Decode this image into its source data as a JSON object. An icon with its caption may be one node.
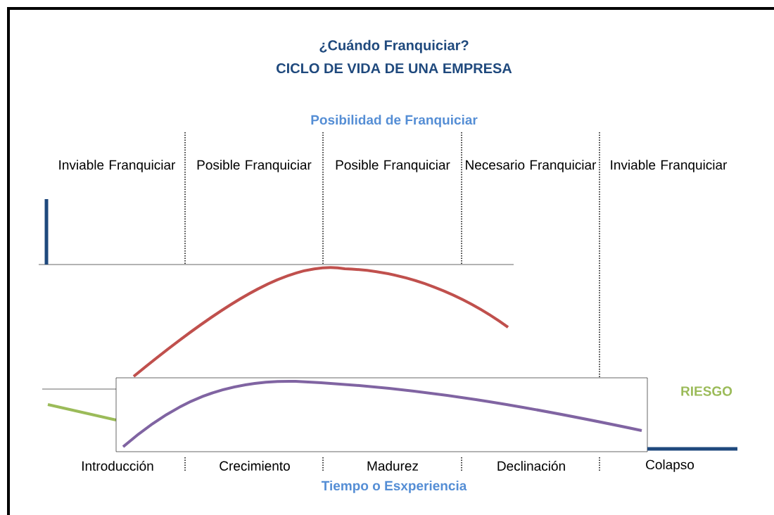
{
  "diagram": {
    "title": "¿Cuándo Franquiciar?",
    "labels": [
      "CICLO DE VIDA DE UNA EMPRESA",
      "Posibilidad de Franquiciar",
      "Inviable Franquiciar",
      "Posible Franquiciar",
      "Posible Franquiciar",
      "Necesario Franquiciar",
      "Inviable Franquiciar",
      "RIESGO",
      "Introducción",
      "Crecimiento",
      "Madurez",
      "Declinación",
      "Colapso",
      "Tiempo o Esxperiencia"
    ]
  }
}
